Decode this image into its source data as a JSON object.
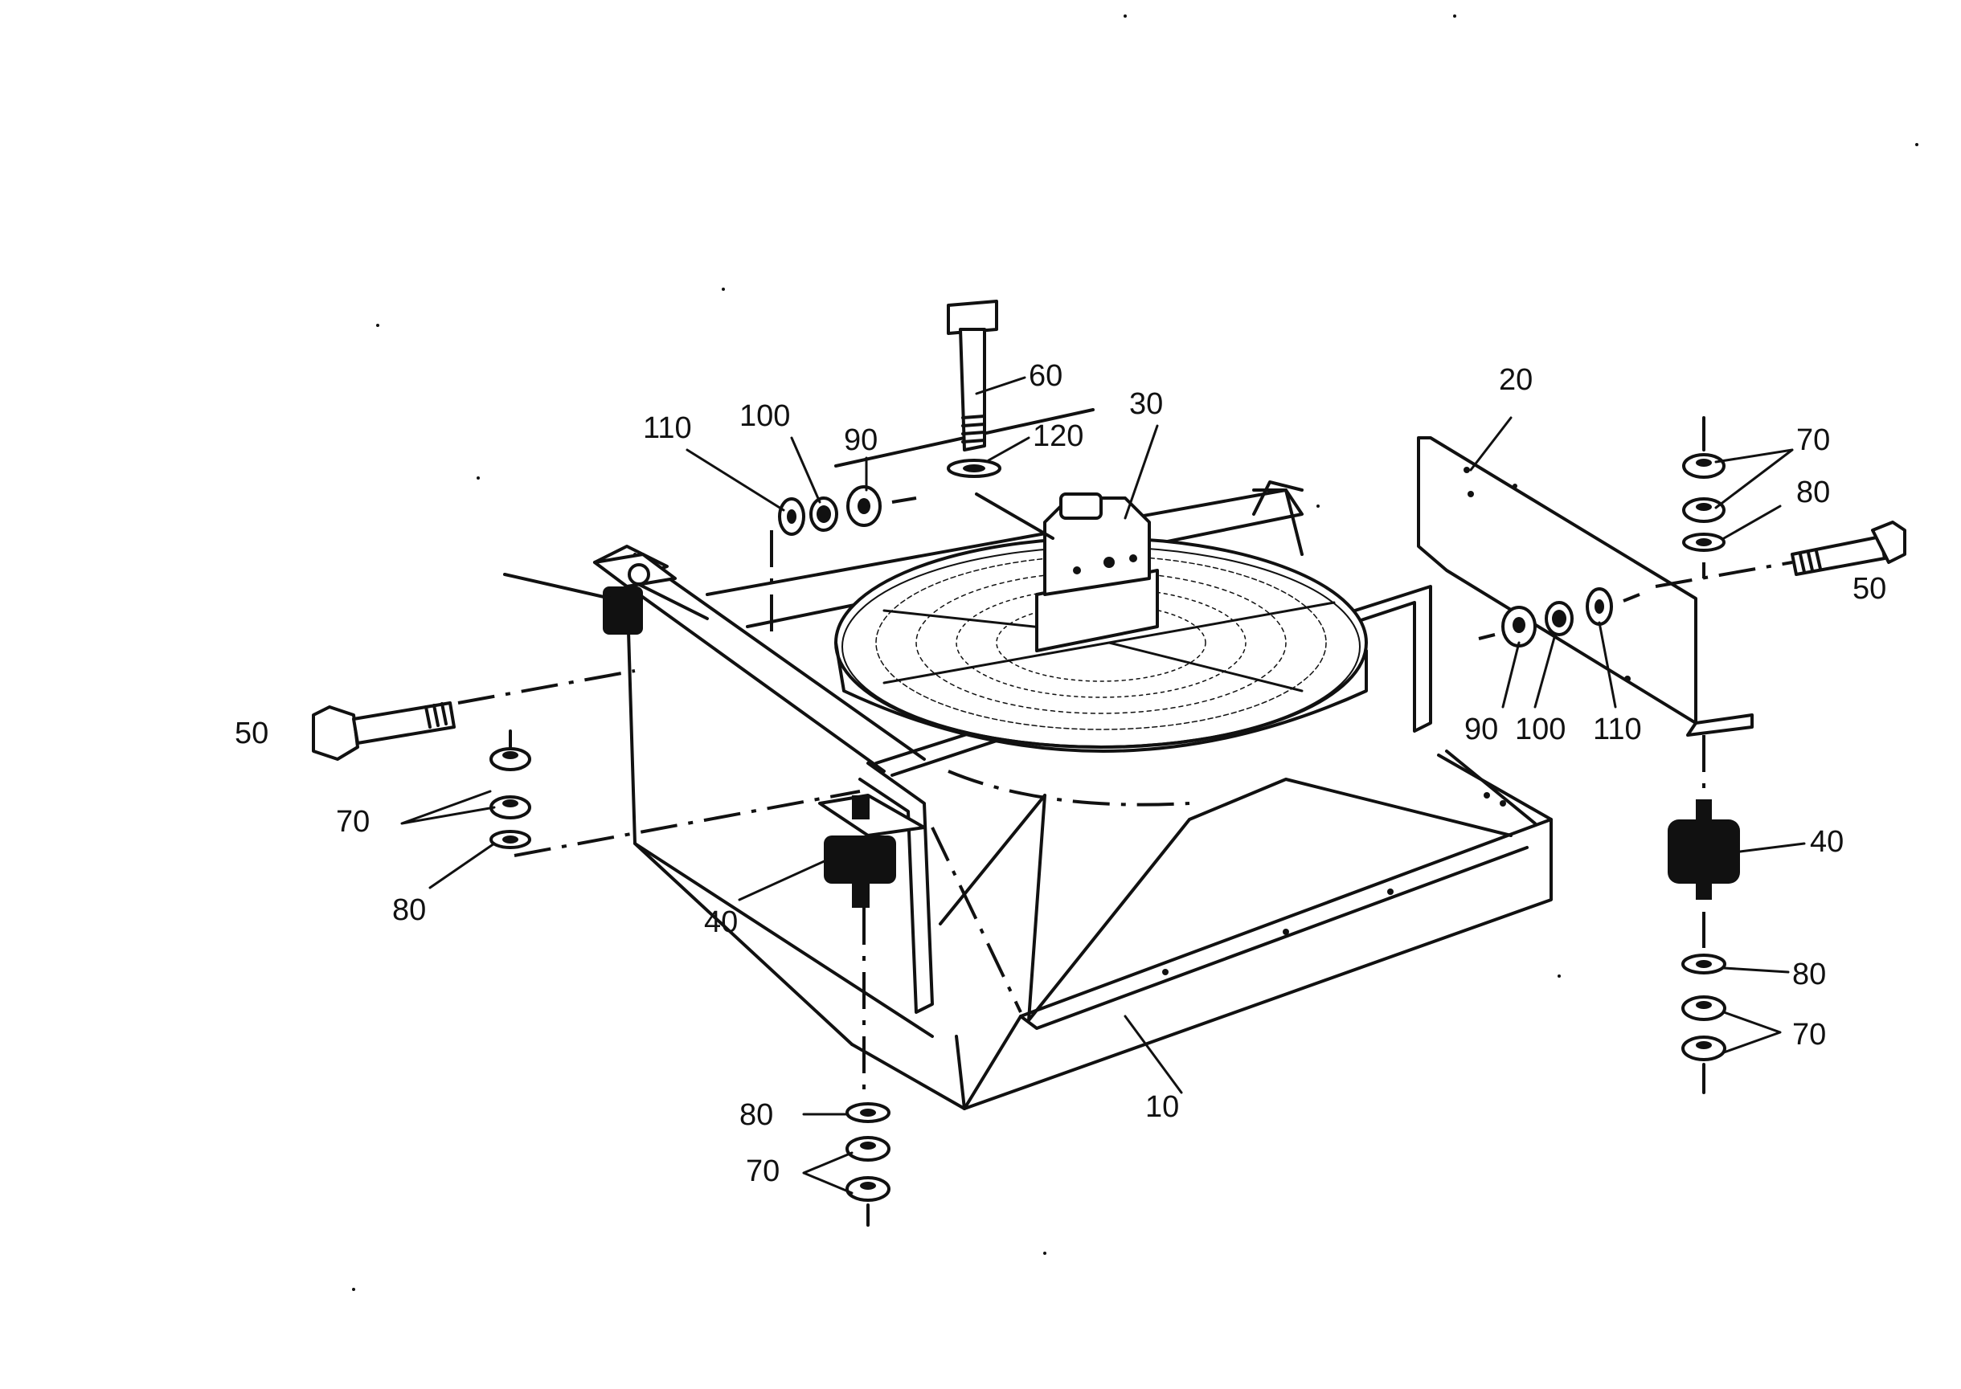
{
  "diagram": {
    "callouts": [
      {
        "id": "c-110-left",
        "text": "110"
      },
      {
        "id": "c-100-left",
        "text": "100"
      },
      {
        "id": "c-90-left",
        "text": "90"
      },
      {
        "id": "c-60",
        "text": "60"
      },
      {
        "id": "c-120",
        "text": "120"
      },
      {
        "id": "c-30",
        "text": "30"
      },
      {
        "id": "c-20",
        "text": "20"
      },
      {
        "id": "c-70-right-top",
        "text": "70"
      },
      {
        "id": "c-80-right-top",
        "text": "80"
      },
      {
        "id": "c-50-right",
        "text": "50"
      },
      {
        "id": "c-90-right",
        "text": "90"
      },
      {
        "id": "c-100-right",
        "text": "100"
      },
      {
        "id": "c-110-right",
        "text": "110"
      },
      {
        "id": "c-50-left",
        "text": "50"
      },
      {
        "id": "c-70-left",
        "text": "70"
      },
      {
        "id": "c-80-left",
        "text": "80"
      },
      {
        "id": "c-40-left",
        "text": "40"
      },
      {
        "id": "c-40-right",
        "text": "40"
      },
      {
        "id": "c-80-right-bottom",
        "text": "80"
      },
      {
        "id": "c-70-right-bottom",
        "text": "70"
      },
      {
        "id": "c-10",
        "text": "10"
      },
      {
        "id": "c-80-bottom",
        "text": "80"
      },
      {
        "id": "c-70-bottom",
        "text": "70"
      }
    ]
  }
}
